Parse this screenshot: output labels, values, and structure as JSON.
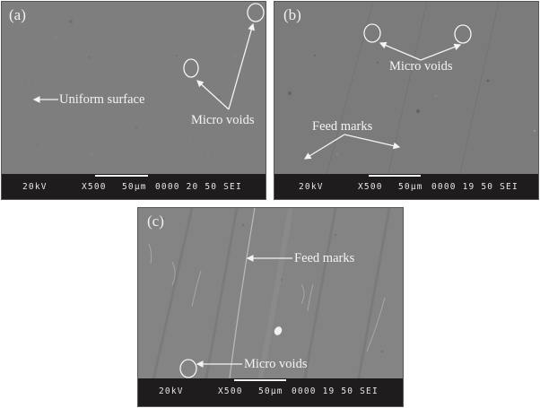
{
  "figure": {
    "panels": [
      {
        "label": "(a)",
        "annotations": {
          "uniform_surface": "Uniform surface",
          "micro_voids": "Micro voids"
        },
        "databar": {
          "voltage": "20kV",
          "magnification": "X500",
          "scale": "50µm",
          "id": "0000 20 50 SEI"
        }
      },
      {
        "label": "(b)",
        "annotations": {
          "micro_voids": "Micro voids",
          "feed_marks": "Feed marks"
        },
        "databar": {
          "voltage": "20kV",
          "magnification": "X500",
          "scale": "50µm",
          "id": "0000 19 50 SEI"
        }
      },
      {
        "label": "(c)",
        "annotations": {
          "feed_marks": "Feed marks",
          "micro_voids": "Micro voids"
        },
        "databar": {
          "voltage": "20kV",
          "magnification": "X500",
          "scale": "50µm",
          "id": "0000 19 50 SEI"
        }
      }
    ],
    "colors": {
      "surface_a": "#7e7e7e",
      "surface_b": "#7b7b7b",
      "surface_c": "#848484",
      "databar": "#1f1c1d",
      "annotation": "#f4f4f4"
    }
  }
}
